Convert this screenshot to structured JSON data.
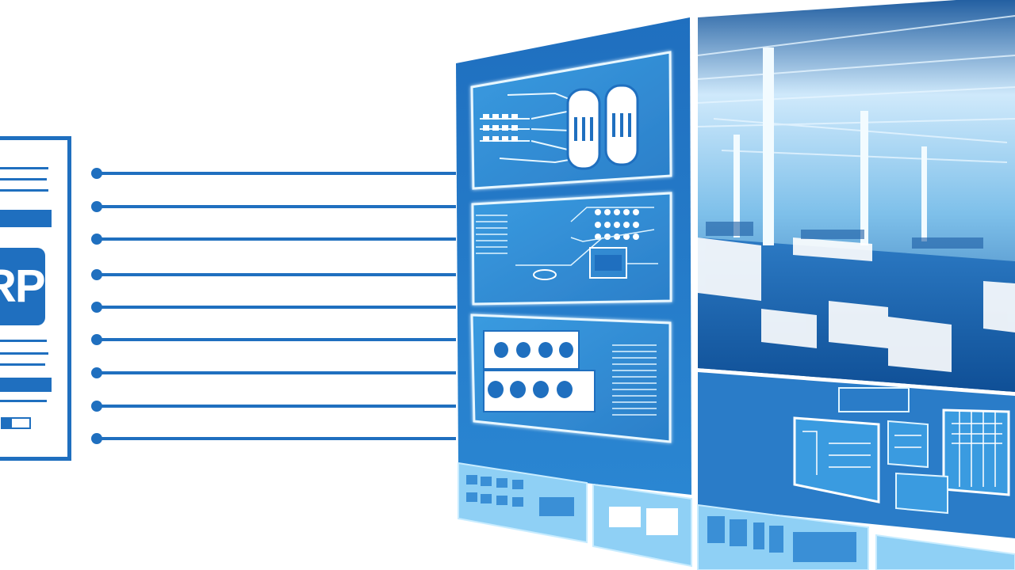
{
  "erp_badge": {
    "text": "RP"
  },
  "connector_lines": {
    "count": 9
  },
  "colors": {
    "primary_blue": "#1f6fbf",
    "panel_blue": "#2a7cc8",
    "deep_blue": "#0f4f96",
    "light_blue": "#8fd0f5",
    "glow": "#dff4ff"
  },
  "icons": [
    "document-icon",
    "circuit-icon",
    "server-icon",
    "factory-photo",
    "dashboard-icon"
  ]
}
